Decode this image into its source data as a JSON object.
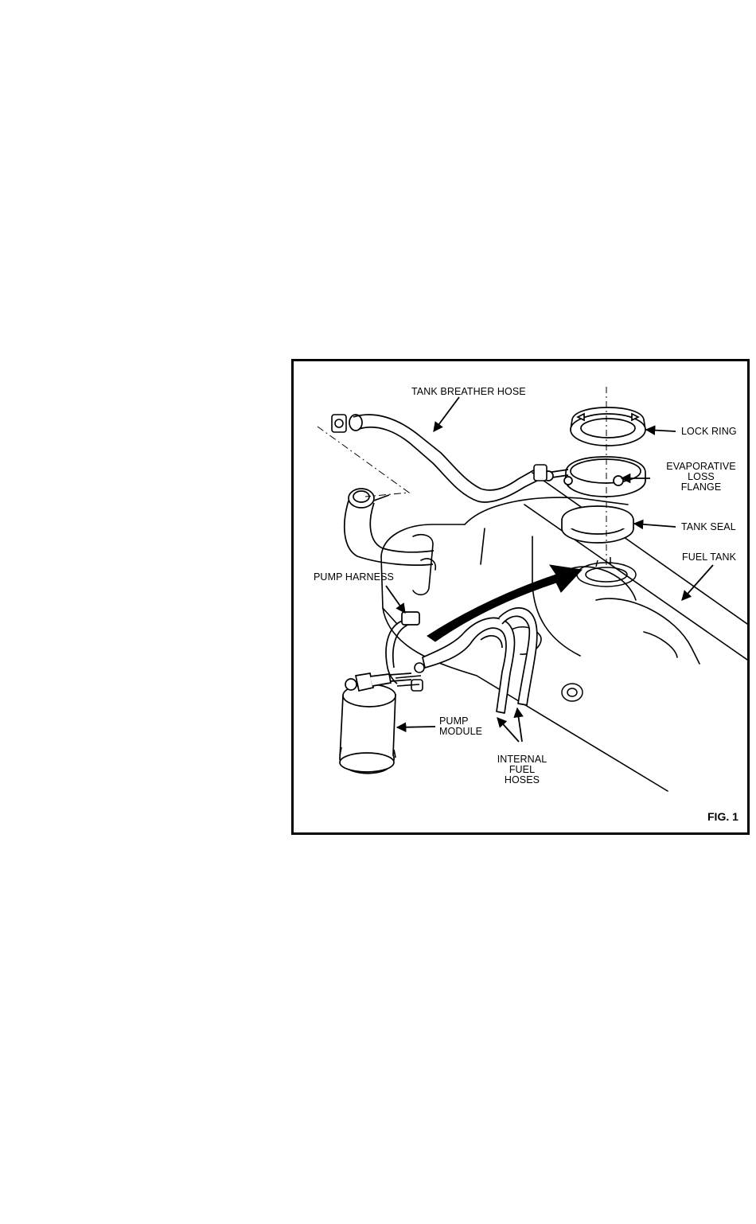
{
  "figure": {
    "figure_label": "FIG. 1",
    "callouts": {
      "tank_breather_hose": "TANK BREATHER HOSE",
      "lock_ring": "LOCK RING",
      "evaporative_loss_flange": [
        "EVAPORATIVE",
        "LOSS",
        "FLANGE"
      ],
      "tank_seal": "TANK SEAL",
      "fuel_tank": "FUEL TANK",
      "pump_harness": "PUMP HARNESS",
      "pump_module": [
        "PUMP",
        "MODULE"
      ],
      "internal_fuel_hoses": [
        "INTERNAL",
        "FUEL",
        "HOSES"
      ]
    }
  }
}
